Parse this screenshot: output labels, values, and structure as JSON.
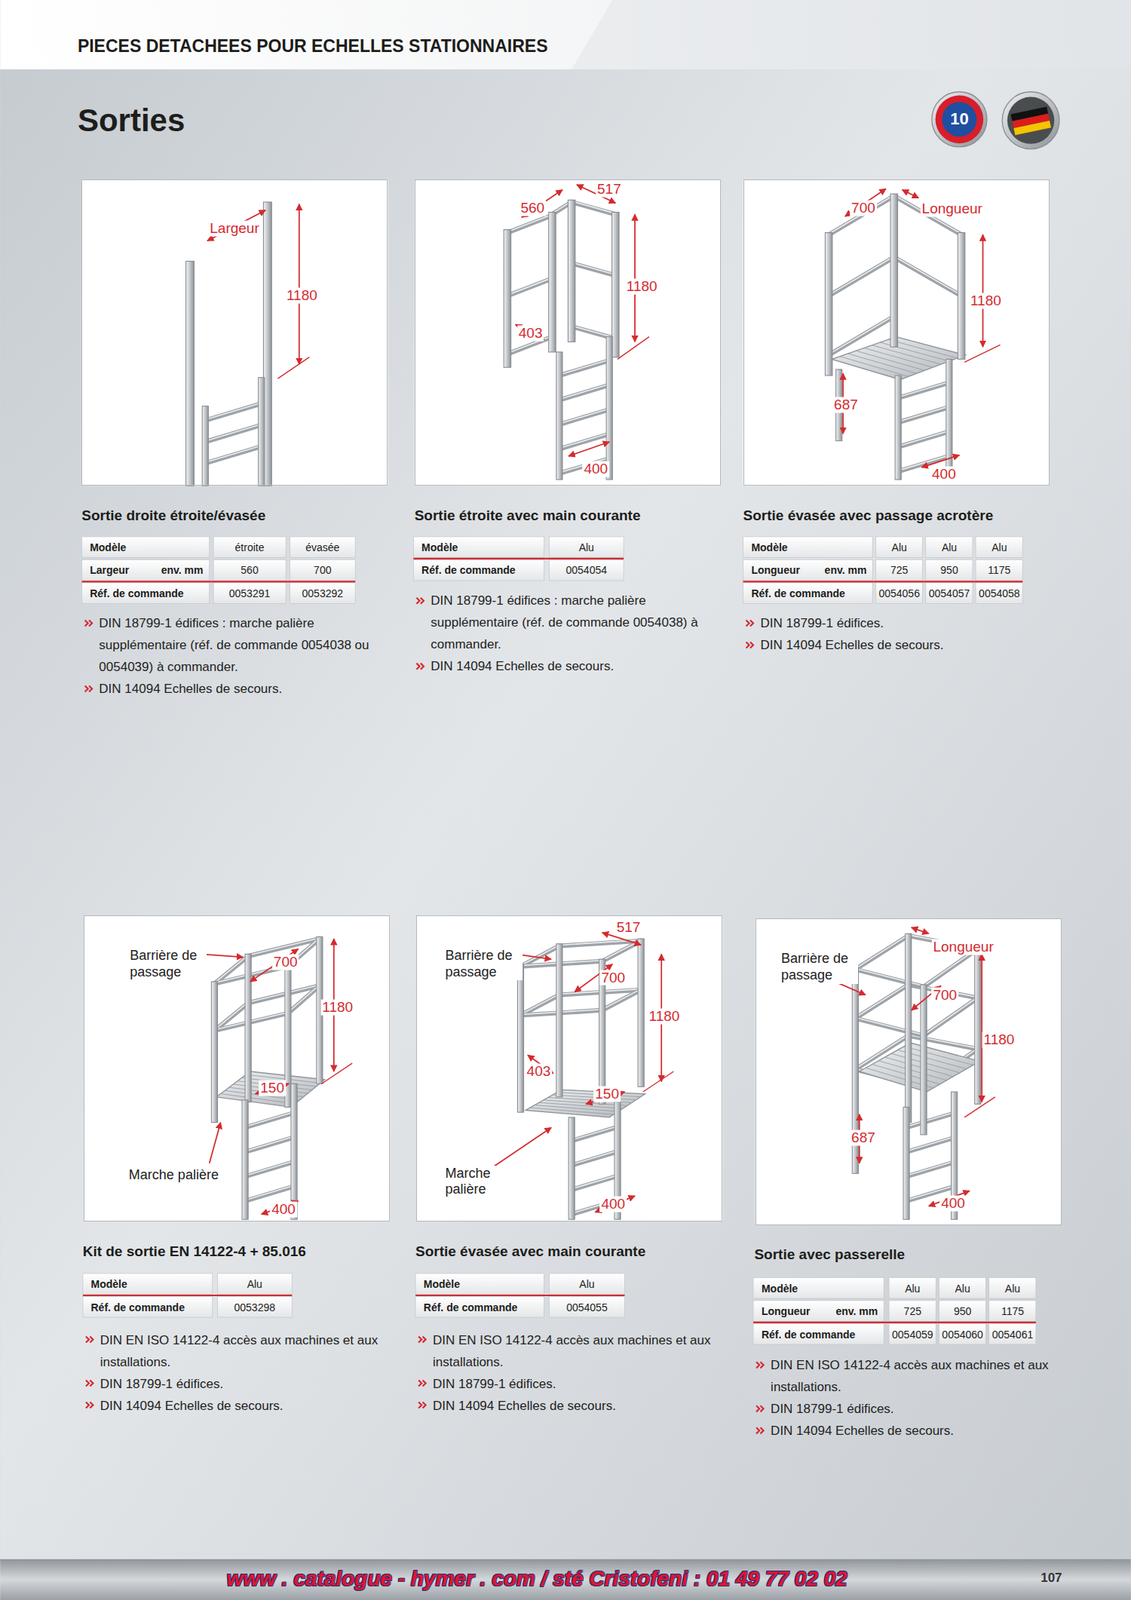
{
  "diagram": {
    "title": "Sorties",
    "nodes": [
      {
        "text": [
          "10"
        ]
      },
      {
        "text": [
          "Largeur",
          "1180"
        ]
      },
      {
        "text": [
          "560",
          "517",
          "1180",
          "403",
          "400"
        ]
      },
      {
        "text": [
          "700",
          "Longueur",
          "1180",
          "687",
          "400"
        ]
      },
      {
        "text": [
          "Barrière de passage",
          "700",
          "1180",
          "150",
          "Marche palière",
          "400"
        ]
      },
      {
        "text": [
          "517",
          "Barrière de passage",
          "700",
          "1180",
          "403",
          "150",
          "Marche palière",
          "400"
        ]
      },
      {
        "text": [
          "Barrière de passage",
          "Longueur",
          "700",
          "1180",
          "687",
          "400"
        ]
      }
    ],
    "edges": [],
    "labels": [
      "PIECES DETACHEES POUR ECHELLES STATIONNAIRES",
      "Sortie droite étroite/évasée",
      "Modèle",
      "étroite",
      "évasée",
      "Largeur",
      "env. mm",
      "560",
      "700",
      "Réf. de commande",
      "0053291",
      "0053292",
      "DIN 18799-1 édifices : marche palière supplémentaire (réf. de commande 0054038 ou 0054039) à commander.",
      "DIN 14094 Echelles de secours.",
      "Sortie étroite avec main courante",
      "Modèle",
      "Alu",
      "Réf. de commande",
      "0054054",
      "DIN 18799-1 édifices : marche palière supplémentaire (réf. de commande 0054038) à commander.",
      "DIN 14094 Echelles de secours.",
      "Sortie évasée avec passage acrotère",
      "Modèle",
      "Alu",
      "Alu",
      "Alu",
      "Longueur",
      "env. mm",
      "725",
      "950",
      "1175",
      "Réf. de commande",
      "0054056",
      "0054057",
      "0054058",
      "DIN 18799-1 édifices.",
      "DIN 14094 Echelles de secours.",
      "Kit de sortie EN 14122-4 + 85.016",
      "Modèle",
      "Alu",
      "Réf. de commande",
      "0053298",
      "DIN EN ISO 14122-4 accès aux machines et aux installations.",
      "DIN 18799-1 édifices.",
      "DIN 14094 Echelles de secours.",
      "Sortie évasée avec main courante",
      "Modèle",
      "Alu",
      "Réf. de commande",
      "0054055",
      "DIN EN ISO 14122-4 accès aux machines et aux installations.",
      "DIN 18799-1 édifices.",
      "DIN 14094 Echelles de secours.",
      "Sortie avec passerelle",
      "Modèle",
      "Alu",
      "Alu",
      "Alu",
      "Longueur",
      "env. mm",
      "725",
      "950",
      "1175",
      "Réf. de commande",
      "0054059",
      "0054060",
      "0054061",
      "DIN EN ISO 14122-4 accès aux machines et aux installations.",
      "DIN 18799-1 édifices.",
      "DIN 14094 Echelles de secours.",
      "www . catalogue - hymer . com / sté Cristofeni : 01 49 77 02 02",
      "107"
    ]
  }
}
